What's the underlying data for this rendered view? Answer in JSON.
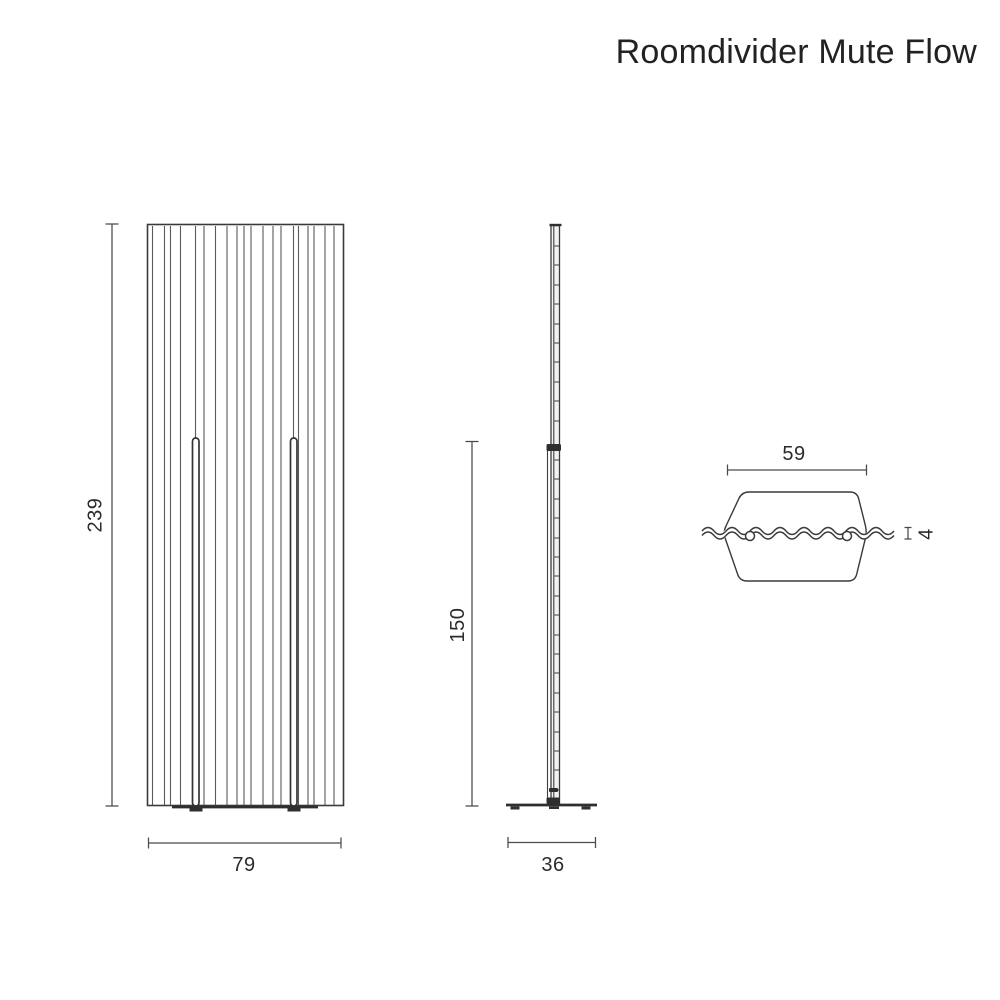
{
  "title": "Roomdivider Mute Flow",
  "colors": {
    "background": "#ffffff",
    "drawing_line": "#3a3a3a",
    "dimension_line": "#4a4a4a",
    "text": "#2b2b2b"
  },
  "dimensions": {
    "front": {
      "height": "239",
      "width": "79"
    },
    "side": {
      "height": "150",
      "depth": "36"
    },
    "top": {
      "width": "59",
      "thickness": "4"
    }
  }
}
